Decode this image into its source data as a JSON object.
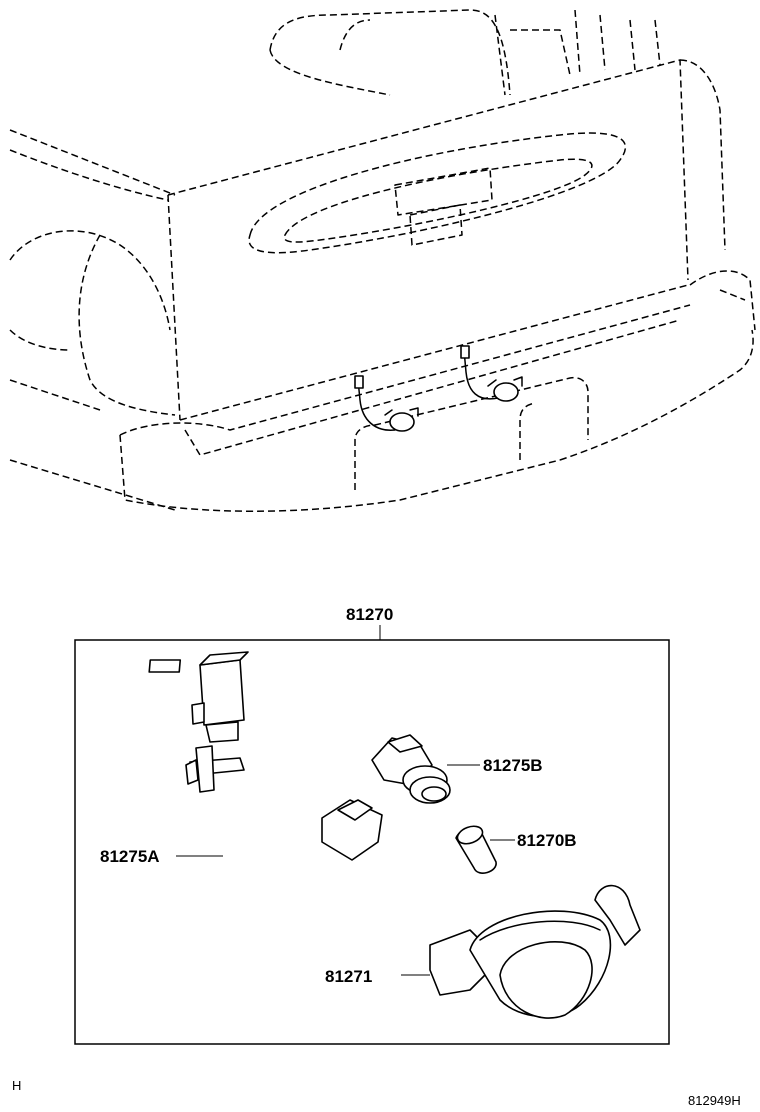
{
  "callouts": {
    "kit": "81270",
    "socket": "81275B",
    "bulb": "81270B",
    "harness": "81275A",
    "lens": "81271"
  },
  "footer": {
    "left_mark": "H",
    "figure_code": "812949H"
  }
}
